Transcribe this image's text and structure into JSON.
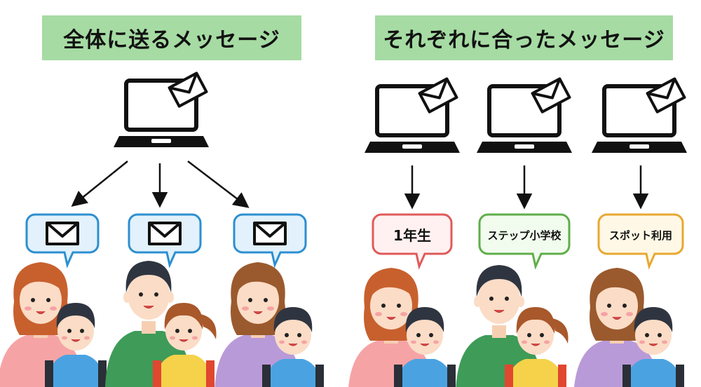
{
  "left_panel": {
    "title": "全体に送るメッセージ"
  },
  "right_panel": {
    "title": "それぞれに合ったメッセージ",
    "segments": [
      {
        "label": "1年生",
        "color": "#e05a5a",
        "fill": "#fff1f1"
      },
      {
        "label": "ステップ小学校",
        "color": "#5fae4a",
        "fill": "#f1fbee"
      },
      {
        "label": "スポット利用",
        "color": "#e8a830",
        "fill": "#fff8e6"
      }
    ]
  },
  "colors": {
    "title_bg": "#a6dba3",
    "envelope_bubble_border": "#2d8fd0",
    "envelope_bubble_fill": "#e2f1fb"
  }
}
